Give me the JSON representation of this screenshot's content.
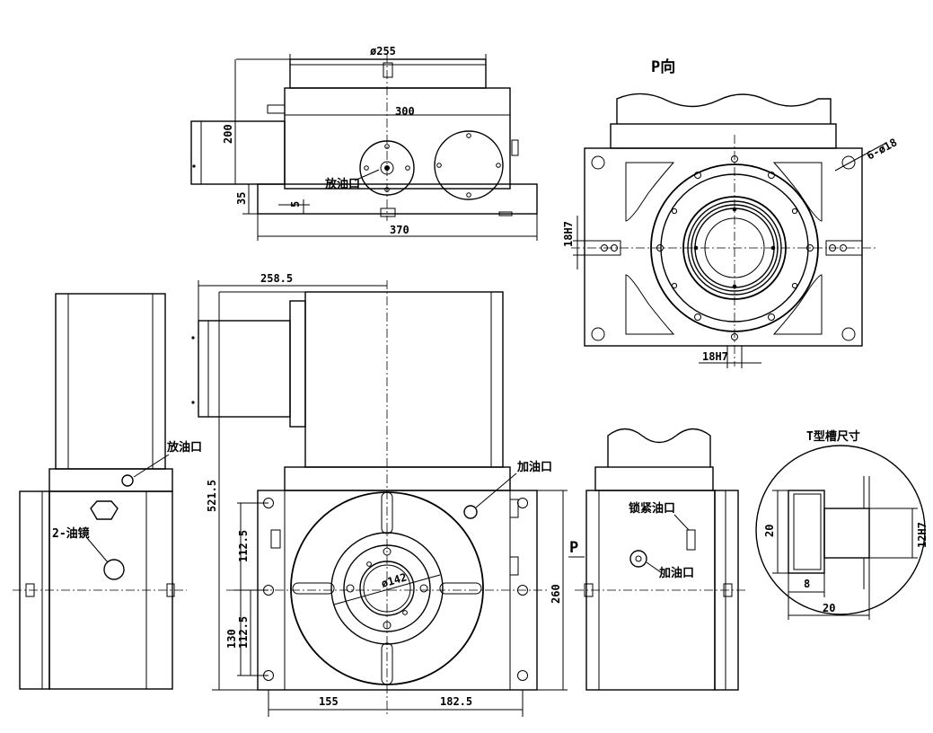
{
  "labels": {
    "p_view": "P向",
    "t_slot_title": "T型槽尺寸",
    "drain_top": "放油口",
    "drain_left": "放油口",
    "oil_gauge": "2-油镜",
    "fill_front": "加油口",
    "lock_oil": "锁紧油口",
    "fill_right": "加油口",
    "p_arrow": "P"
  },
  "dimensions": {
    "top_dia": "ø255",
    "top_300": "300",
    "top_200": "200",
    "top_35": "35",
    "top_5": "5",
    "top_370": "370",
    "p_holes": "6-ø18",
    "p_18h7_left": "18H7",
    "p_18h7_bottom": "18H7",
    "front_2585": "258.5",
    "front_5215": "521.5",
    "front_1125a": "112.5",
    "front_1125b": "112.5",
    "front_130": "130",
    "front_142": "ø142",
    "front_155": "155",
    "front_1825": "182.5",
    "right_260": "260",
    "t_20h": "20",
    "t_12h7": "12H7",
    "t_8": "8",
    "t_20w": "20"
  }
}
